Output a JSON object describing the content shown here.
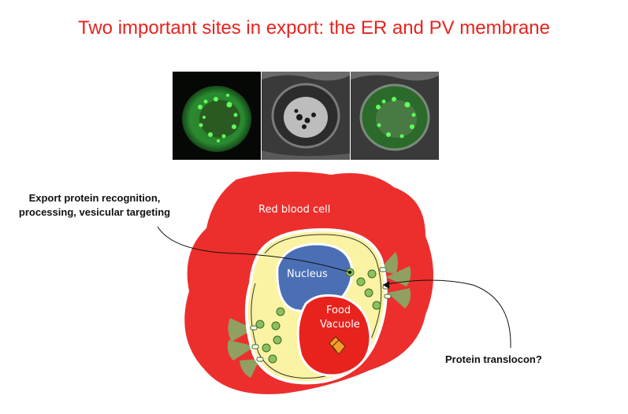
{
  "title": "Two important sites in export: the ER and PV membrane",
  "microscopy_panels": [
    {
      "channel": "fluorescence",
      "color": "#2ecc40"
    },
    {
      "channel": "brightfield",
      "color": "#8a8a8a"
    },
    {
      "channel": "merge",
      "color": "#2ecc40"
    }
  ],
  "diagram": {
    "rbc_label": "Red blood cell",
    "nucleus_label": "Nucleus",
    "food_vacuole_label": "Food Vacuole",
    "colors": {
      "rbc": "#ec2f2d",
      "parasite": "#fbf3a4",
      "nucleus": "#4a6fb5",
      "vacuole": "#e8231d",
      "vesicle": "#8cc05a",
      "export_cone": "#7fb46a"
    }
  },
  "callouts": {
    "export_recognition": "Export protein recognition, processing, vesicular targeting",
    "translocon": "Protein translocon?"
  }
}
